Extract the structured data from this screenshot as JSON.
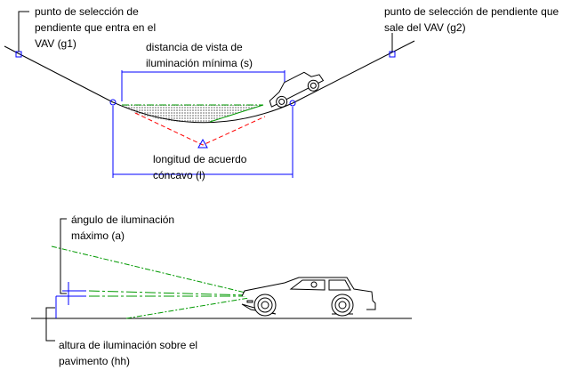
{
  "labels": {
    "g1": [
      "punto de selección de",
      "pendiente que entra en el",
      "VAV (g1)"
    ],
    "g2": [
      "punto de selección de pendiente que",
      "sale del VAV (g2)"
    ],
    "s": [
      "distancia de vista de",
      "iluminación mínima (s)"
    ],
    "l": [
      "longitud de acuerdo",
      "cóncavo (l)"
    ],
    "a": [
      "ángulo de iluminación",
      "máximo (a)"
    ],
    "hh": [
      "altura de iluminación sobre el",
      "pavimento (hh)"
    ]
  },
  "colors": {
    "line": "#000000",
    "dimension": "#0000ff",
    "light_beam": "#009900",
    "tangent": "#ff0000",
    "fill": "#c0c0c0"
  }
}
